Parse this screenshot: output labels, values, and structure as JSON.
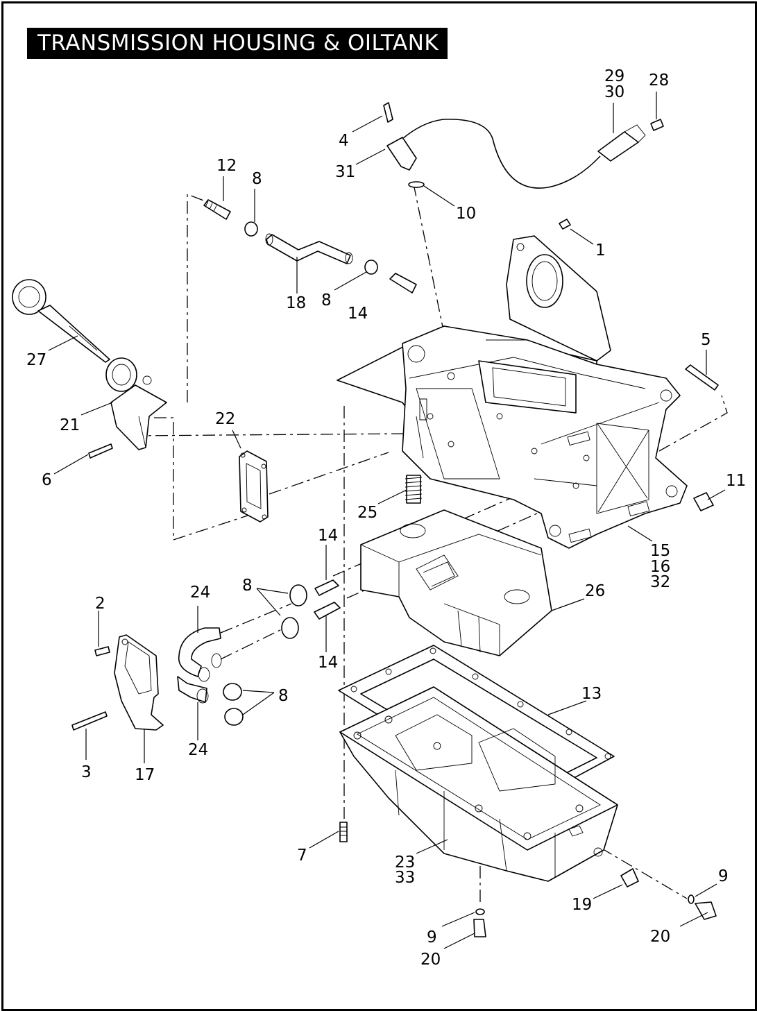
{
  "title": "TRANSMISSION HOUSING & OILTANK",
  "callouts": [
    {
      "id": "c1",
      "text": "1"
    },
    {
      "id": "c2",
      "text": "2"
    },
    {
      "id": "c3",
      "text": "3"
    },
    {
      "id": "c4",
      "text": "4"
    },
    {
      "id": "c5",
      "text": "5"
    },
    {
      "id": "c6",
      "text": "6"
    },
    {
      "id": "c7",
      "text": "7"
    },
    {
      "id": "c8a",
      "text": "8"
    },
    {
      "id": "c8b",
      "text": "8"
    },
    {
      "id": "c8c",
      "text": "8"
    },
    {
      "id": "c8d",
      "text": "8"
    },
    {
      "id": "c9a",
      "text": "9"
    },
    {
      "id": "c9b",
      "text": "9"
    },
    {
      "id": "c10",
      "text": "10"
    },
    {
      "id": "c11",
      "text": "11"
    },
    {
      "id": "c12",
      "text": "12"
    },
    {
      "id": "c13",
      "text": "13"
    },
    {
      "id": "c14a",
      "text": "14"
    },
    {
      "id": "c14b",
      "text": "14"
    },
    {
      "id": "c14c",
      "text": "14"
    },
    {
      "id": "c15",
      "text": "15"
    },
    {
      "id": "c16",
      "text": "16"
    },
    {
      "id": "c32",
      "text": "32"
    },
    {
      "id": "c17",
      "text": "17"
    },
    {
      "id": "c18",
      "text": "18"
    },
    {
      "id": "c19",
      "text": "19"
    },
    {
      "id": "c20a",
      "text": "20"
    },
    {
      "id": "c20b",
      "text": "20"
    },
    {
      "id": "c21",
      "text": "21"
    },
    {
      "id": "c22",
      "text": "22"
    },
    {
      "id": "c23",
      "text": "23"
    },
    {
      "id": "c33",
      "text": "33"
    },
    {
      "id": "c24a",
      "text": "24"
    },
    {
      "id": "c24b",
      "text": "24"
    },
    {
      "id": "c25",
      "text": "25"
    },
    {
      "id": "c26",
      "text": "26"
    },
    {
      "id": "c27",
      "text": "27"
    },
    {
      "id": "c28",
      "text": "28"
    },
    {
      "id": "c29",
      "text": "29"
    },
    {
      "id": "c30",
      "text": "30"
    },
    {
      "id": "c31",
      "text": "31"
    }
  ]
}
